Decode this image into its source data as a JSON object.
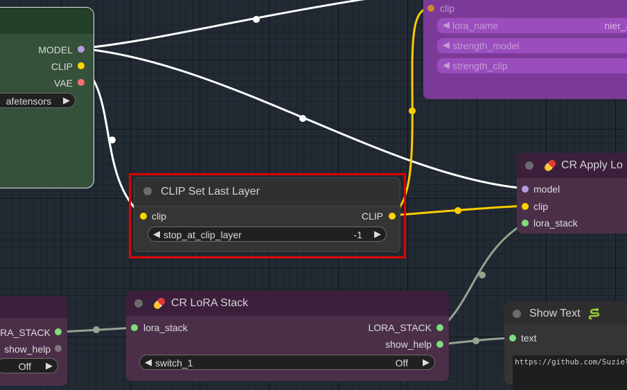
{
  "checkpoint": {
    "outputs": [
      "MODEL",
      "CLIP",
      "VAE"
    ],
    "ckpt_value": "afetensors"
  },
  "lora_loader": {
    "input_label": "clip",
    "widgets": [
      {
        "label": "lora_name",
        "value": "nier_ar"
      },
      {
        "label": "strength_model",
        "value": ""
      },
      {
        "label": "strength_clip",
        "value": ""
      }
    ]
  },
  "clip_set_last_layer": {
    "title": "CLIP Set Last Layer",
    "input_label": "clip",
    "output_label": "CLIP",
    "widget_label": "stop_at_clip_layer",
    "widget_value": "-1"
  },
  "apply_lora": {
    "title": "CR Apply Lo",
    "inputs": [
      "model",
      "clip",
      "lora_stack"
    ]
  },
  "lora_stack_left": {
    "outputs": [
      "RA_STACK",
      "show_help"
    ],
    "widget_value": "Off"
  },
  "lora_stack": {
    "title": "CR LoRA Stack",
    "input_label": "lora_stack",
    "outputs": [
      "LORA_STACK",
      "show_help"
    ],
    "widget_label": "switch_1",
    "widget_value": "Off"
  },
  "show_text": {
    "title": "Show Text",
    "input_label": "text",
    "url_text": "https://github.com/Suziel/C"
  },
  "colors": {
    "model": "#b39ddb",
    "clip": "#ffd500",
    "vae": "#ff6e6e",
    "lora_stack": "#7dde7d",
    "wire_white": "#ffffff",
    "wire_clip": "#ffcc00",
    "wire_stack": "#93a58f",
    "selection": "#e00000"
  },
  "icons": {
    "pill": "pill-icon",
    "snake": "snake-icon"
  }
}
